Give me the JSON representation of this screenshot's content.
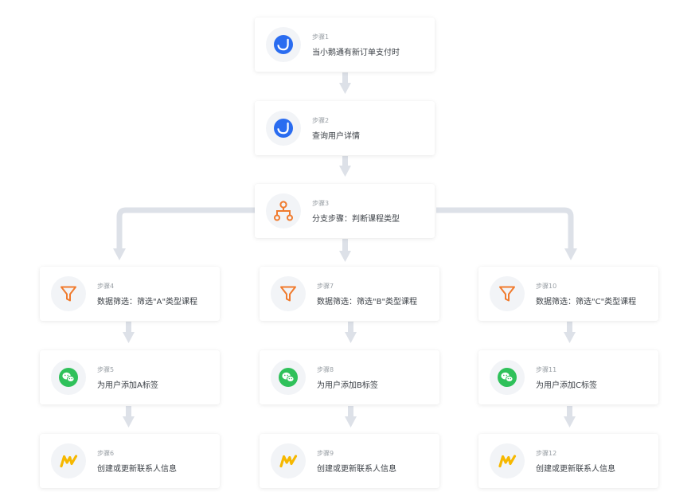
{
  "colors": {
    "connector": "#dde1e8",
    "xiaoe_blue": "#2a6cf0",
    "branch_orange": "#f07b2e",
    "wechat_green": "#2fc15a",
    "crm_yellow": "#f6b800"
  },
  "steps": [
    {
      "label": "步骤1",
      "title": "当小鹅通有新订单支付时",
      "icon": "xiaoe-icon"
    },
    {
      "label": "步骤2",
      "title": "查询用户详情",
      "icon": "xiaoe-icon"
    },
    {
      "label": "步骤3",
      "title": "分支步骤：判断课程类型",
      "icon": "branch-icon"
    },
    {
      "label": "步骤4",
      "title": "数据筛选：筛选\"A\"类型课程",
      "icon": "filter-icon"
    },
    {
      "label": "步骤5",
      "title": "为用户添加A标签",
      "icon": "wechat-icon"
    },
    {
      "label": "步骤6",
      "title": "创建或更新联系人信息",
      "icon": "crm-icon"
    },
    {
      "label": "步骤7",
      "title": "数据筛选：筛选\"B\"类型课程",
      "icon": "filter-icon"
    },
    {
      "label": "步骤8",
      "title": "为用户添加B标签",
      "icon": "wechat-icon"
    },
    {
      "label": "步骤9",
      "title": "创建或更新联系人信息",
      "icon": "crm-icon"
    },
    {
      "label": "步骤10",
      "title": "数据筛选：筛选\"C\"类型课程",
      "icon": "filter-icon"
    },
    {
      "label": "步骤11",
      "title": "为用户添加C标签",
      "icon": "wechat-icon"
    },
    {
      "label": "步骤12",
      "title": "创建或更新联系人信息",
      "icon": "crm-icon"
    }
  ]
}
